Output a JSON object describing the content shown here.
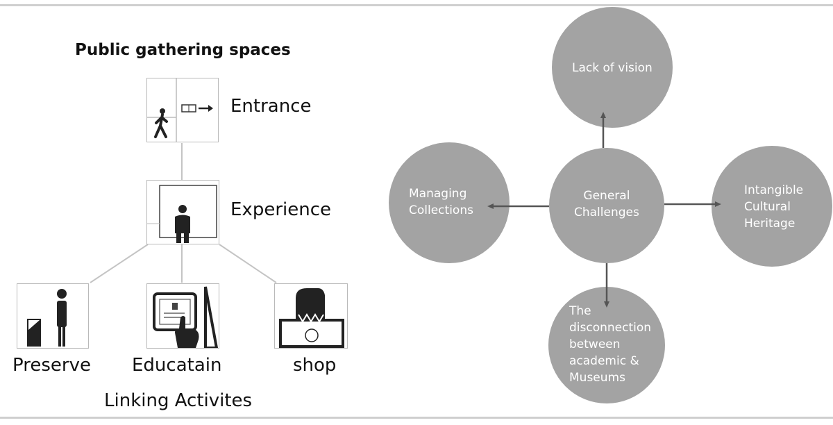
{
  "left": {
    "title": "Public gathering spaces",
    "stages": [
      {
        "label": "Entrance",
        "icon": "walking-person-exit-icon"
      },
      {
        "label": "Experience",
        "icon": "person-viewing-exhibit-icon"
      }
    ],
    "activities": [
      {
        "label": "Preserve",
        "icon": "person-artifact-case-icon"
      },
      {
        "label": "Educatain",
        "icon": "touchscreen-kiosk-icon"
      },
      {
        "label": "shop",
        "icon": "hand-shopping-bag-icon"
      }
    ],
    "activities_caption": "Linking Activites"
  },
  "right": {
    "center": [
      "General",
      "Challenges"
    ],
    "top": [
      "Lack of vision"
    ],
    "left": [
      "Managing",
      "Collections"
    ],
    "right": [
      "Intangible",
      "Cultural",
      "Heritage"
    ],
    "bottom": [
      "The",
      "disconnection",
      "between",
      "academic &",
      "Museums"
    ]
  },
  "colors": {
    "circle_fill": "#a3a3a3",
    "arrow": "#555555",
    "icon_border": "#b9b9b9",
    "connector": "#c4c4c4"
  }
}
